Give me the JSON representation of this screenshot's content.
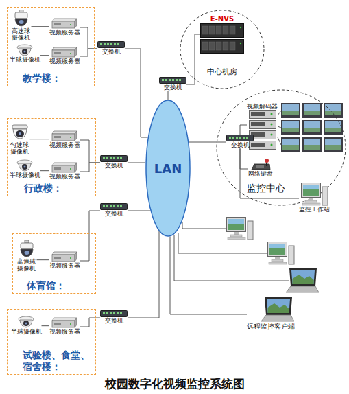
{
  "diagram": {
    "title": "校园数字化视频监控系统图",
    "nodes": [
      {
        "text": [
          "教学楼："
        ]
      },
      {
        "text": [
          "高速球摄像机"
        ],
        "in": 0
      },
      {
        "text": [
          "视频服务器"
        ],
        "in": 0
      },
      {
        "text": [
          "半球摄像机"
        ],
        "in": 0
      },
      {
        "text": [
          "视频服务器"
        ],
        "in": 0
      },
      {
        "text": [
          "交换机"
        ]
      },
      {
        "text": [
          "中心机房"
        ]
      },
      {
        "text": [
          "E-NVS"
        ],
        "in": 6
      },
      {
        "text": [
          "交换机"
        ]
      },
      {
        "text": [
          "LAN"
        ]
      },
      {
        "text": [
          "行政楼："
        ]
      },
      {
        "text": [
          "匀速球摄像机"
        ],
        "in": 10
      },
      {
        "text": [
          "视频服务器"
        ],
        "in": 10
      },
      {
        "text": [
          "半球摄像机"
        ],
        "in": 10
      },
      {
        "text": [
          "视频服务器"
        ],
        "in": 10
      },
      {
        "text": [
          "交换机"
        ]
      },
      {
        "text": [
          "监控中心"
        ]
      },
      {
        "text": [
          "视频解码器"
        ],
        "in": 16
      },
      {
        "text": [
          "交换机"
        ],
        "in": 16
      },
      {
        "text": [
          "网络键盘"
        ],
        "in": 16
      },
      {
        "text": [
          "监控工作站"
        ]
      },
      {
        "text": [
          "体育馆："
        ]
      },
      {
        "text": [
          "高速球摄像机"
        ],
        "in": 21
      },
      {
        "text": [
          "视频服务器"
        ],
        "in": 21
      },
      {
        "text": [
          "交换机"
        ]
      },
      {
        "text": [
          "试验楼、食堂、宿舍楼："
        ]
      },
      {
        "text": [
          "半球摄像机"
        ],
        "in": 25
      },
      {
        "text": [
          "视频服务器"
        ],
        "in": 25
      },
      {
        "text": [
          "交换机"
        ]
      },
      {
        "text": [
          "远程监控客户端"
        ]
      }
    ],
    "edges": [
      {
        "from": 1,
        "to": 2,
        "arrow": "none"
      },
      {
        "from": 3,
        "to": 4,
        "arrow": "none"
      },
      {
        "from": 2,
        "to": 5,
        "arrow": "none"
      },
      {
        "from": 4,
        "to": 5,
        "arrow": "none"
      },
      {
        "from": 5,
        "to": 9,
        "arrow": "none"
      },
      {
        "from": 7,
        "to": 8,
        "arrow": "none"
      },
      {
        "from": 8,
        "to": 9,
        "arrow": "none"
      },
      {
        "from": 11,
        "to": 12,
        "arrow": "none"
      },
      {
        "from": 13,
        "to": 14,
        "arrow": "none"
      },
      {
        "from": 12,
        "to": 15,
        "arrow": "none"
      },
      {
        "from": 14,
        "to": 15,
        "arrow": "none"
      },
      {
        "from": 15,
        "to": 9,
        "arrow": "none"
      },
      {
        "from": 18,
        "to": 9,
        "arrow": "none"
      },
      {
        "from": 18,
        "to": 17,
        "arrow": "none"
      },
      {
        "from": 18,
        "to": 19,
        "arrow": "none"
      },
      {
        "from": 18,
        "to": 20,
        "arrow": "none"
      },
      {
        "from": 22,
        "to": 23,
        "arrow": "none"
      },
      {
        "from": 23,
        "to": 24,
        "arrow": "none"
      },
      {
        "from": 24,
        "to": 9,
        "arrow": "none"
      },
      {
        "from": 26,
        "to": 27,
        "arrow": "none"
      },
      {
        "from": 27,
        "to": 28,
        "arrow": "none"
      },
      {
        "from": 28,
        "to": 9,
        "arrow": "none"
      },
      {
        "from": 9,
        "to": 29,
        "arrow": "none"
      }
    ]
  }
}
